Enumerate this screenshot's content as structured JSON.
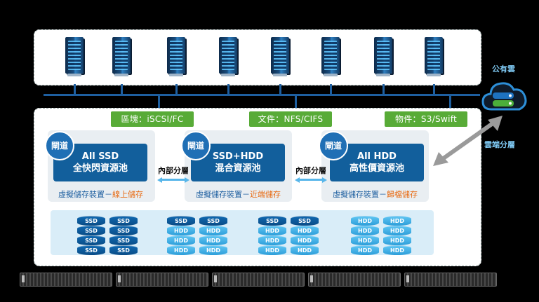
{
  "servers": [
    "server",
    "server",
    "server",
    "server",
    "server",
    "server",
    "server",
    "server"
  ],
  "protocols": [
    {
      "label": "區塊：iSCSI/FC"
    },
    {
      "label": "文件：NFS/CIFS"
    },
    {
      "label": "物件：S3/Swift"
    }
  ],
  "pools": [
    {
      "gateway": "閘道",
      "line1": "All SSD",
      "line2": "全快閃資源池",
      "vs_prefix": "虛擬儲存裝置－",
      "vs_tier": "線上儲存"
    },
    {
      "gateway": "閘道",
      "line1": "SSD+HDD",
      "line2": "混合資源池",
      "vs_prefix": "虛擬儲存裝置－",
      "vs_tier": "近端儲存"
    },
    {
      "gateway": "閘道",
      "line1": "All HDD",
      "line2": "高性價資源池",
      "vs_prefix": "虛擬儲存裝置－",
      "vs_tier": "歸檔儲存"
    }
  ],
  "tiering_labels": [
    "內部分層",
    "內部分層"
  ],
  "public_cloud": "公有雲",
  "cloud_tiering": "雲端分層",
  "disk_stacks": [
    [
      "SSD",
      "SSD",
      "SSD",
      "SSD"
    ],
    [
      "SSD",
      "SSD",
      "SSD",
      "SSD"
    ],
    [
      "SSD",
      "HDD",
      "HDD",
      "HDD"
    ],
    [
      "SSD",
      "HDD",
      "HDD",
      "HDD"
    ],
    [
      "SSD",
      "HDD",
      "HDD",
      "HDD"
    ],
    [
      "SSD",
      "HDD",
      "HDD",
      "HDD"
    ],
    [
      "HDD",
      "HDD",
      "HDD",
      "HDD"
    ],
    [
      "HDD",
      "HDD",
      "HDD",
      "HDD"
    ]
  ],
  "colors": {
    "accent": "#125f9c",
    "protocol": "#58ab37",
    "highlight": "#e86a12",
    "hdd": "#2d9ed9"
  }
}
